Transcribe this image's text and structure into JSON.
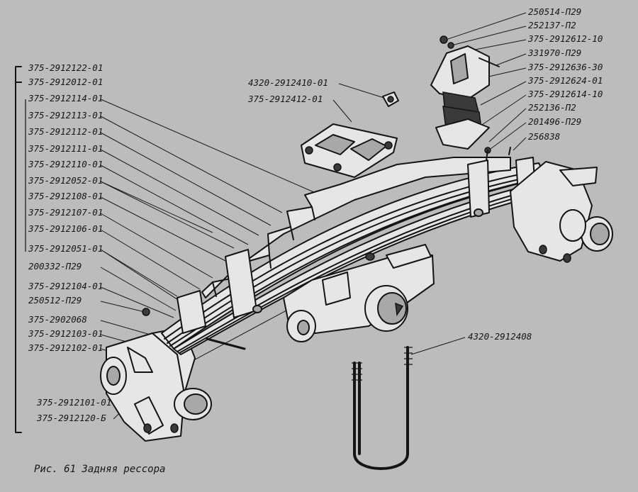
{
  "caption": "Рис. 61 Задняя рессора",
  "labels_left": [
    "375-2912122-01",
    "375-2912012-01",
    "375-2912114-01",
    "375-2912113-01",
    "375-2912112-01",
    "375-2912111-01",
    "375-2912110-01",
    "375-2912052-01",
    "375-2912108-01",
    "375-2912107-01",
    "375-2912106-01",
    "375-2912051-01",
    "200332-П29",
    "375-2912104-01",
    "250512-П29",
    "375-2902068",
    "375-2912103-01",
    "375-2912102-01",
    "375-2912101-01",
    "375-2912120-Б"
  ],
  "labels_top_right": [
    "250514-П29",
    "252137-П2",
    "375-2912612-10",
    "331970-П29",
    "375-2912636-30",
    "375-2912624-01",
    "375-2912614-10",
    "252136-П2",
    "201496-П29",
    "256838"
  ],
  "labels_center": [
    "4320-2912410-01",
    "375-2912412-01"
  ],
  "label_ubolt": "4320-2912408",
  "colors": {
    "background": "#bcbcbc",
    "ink": "#141414",
    "highlight": "#e6e6e6"
  }
}
